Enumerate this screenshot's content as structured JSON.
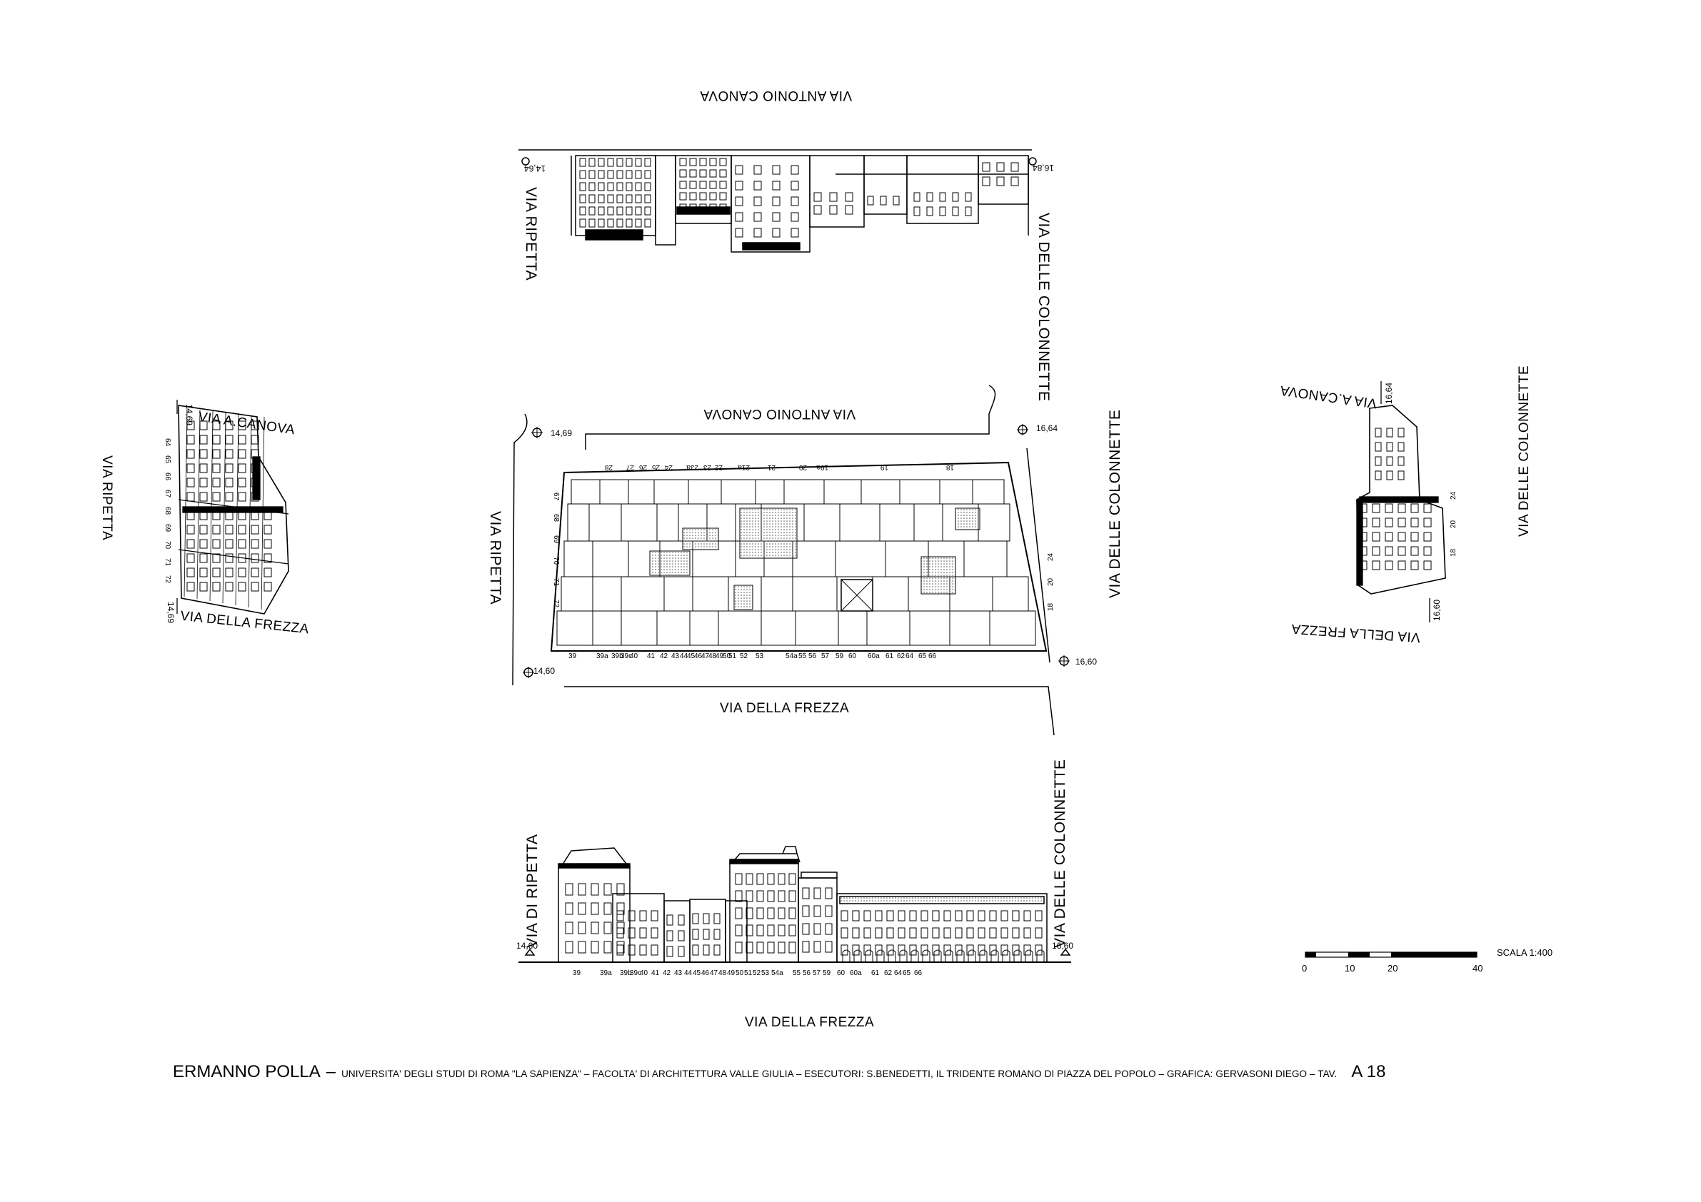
{
  "streets": {
    "canova_top": "VIA ANTONIO CANOVA",
    "canova_plan": "VIA ANTONIO CANOVA",
    "ripetta_top": "VIA RIPETTA",
    "colonnette_top": "VIA DELLE COLONNETTE",
    "ripetta_plan": "VIA RIPETTA",
    "colonnette_plan": "VIA DELLE COLONNETTE",
    "frezza_plan": "VIA DELLA FREZZA",
    "ripetta_left": "VIA RIPETTA",
    "canova_left": "VIA A.CANOVA",
    "frezza_left": "VIA DELLA FREZZA",
    "canova_right": "VIA A.CANOVA",
    "frezza_right": "VIA DELLA FREZZA",
    "colonnette_right": "VIA DELLE COLONNETTE",
    "ripetta_bottom": "VIA DI RIPETTA",
    "colonnette_bottom": "VIA DELLE COLONNETTE",
    "frezza_bottom": "VIA DELLA FREZZA"
  },
  "levels": {
    "l1469": "14,69",
    "l1664": "16,64",
    "l1460": "14,60",
    "l1660": "16,60",
    "l1464": "14,64",
    "l1684": "16,84"
  },
  "numbers": {
    "bottom_row": [
      "39",
      "39a",
      "39b",
      "39c",
      "40",
      "41",
      "42",
      "43",
      "44",
      "45",
      "46",
      "47",
      "48",
      "49",
      "50",
      "51",
      "52",
      "53",
      "54a",
      "55",
      "56",
      "57",
      "59",
      "60",
      "60a",
      "61",
      "62",
      "64",
      "65",
      "66"
    ],
    "top_row": [
      "28",
      "27",
      "26",
      "25",
      "24",
      "23a",
      "23",
      "22",
      "21a",
      "21",
      "20",
      "19a",
      "19",
      "18"
    ],
    "left_column": [
      "67",
      "68",
      "69",
      "70",
      "71",
      "72"
    ],
    "right_column": [
      "24",
      "20",
      "18"
    ],
    "left_elev_column": [
      "64",
      "65",
      "66",
      "67",
      "68",
      "69",
      "70",
      "71",
      "72"
    ],
    "right_elev_column": [
      "24",
      "20",
      "18"
    ]
  },
  "scale": {
    "label": "SCALA 1:400",
    "ticks": [
      "0",
      "10",
      "20",
      "40"
    ]
  },
  "footer": {
    "author": "ERMANNO POLLA",
    "dash1": "–",
    "credits": "UNIVERSITA' DEGLI STUDI DI ROMA \"LA SAPIENZA\" – FACOLTA' DI ARCHITETTURA VALLE GIULIA – ESECUTORI: S.BENEDETTI, IL TRIDENTE ROMANO DI PIAZZA DEL POPOLO – GRAFICA: GERVASONI DIEGO – TAV.",
    "sheet": "A 18"
  }
}
